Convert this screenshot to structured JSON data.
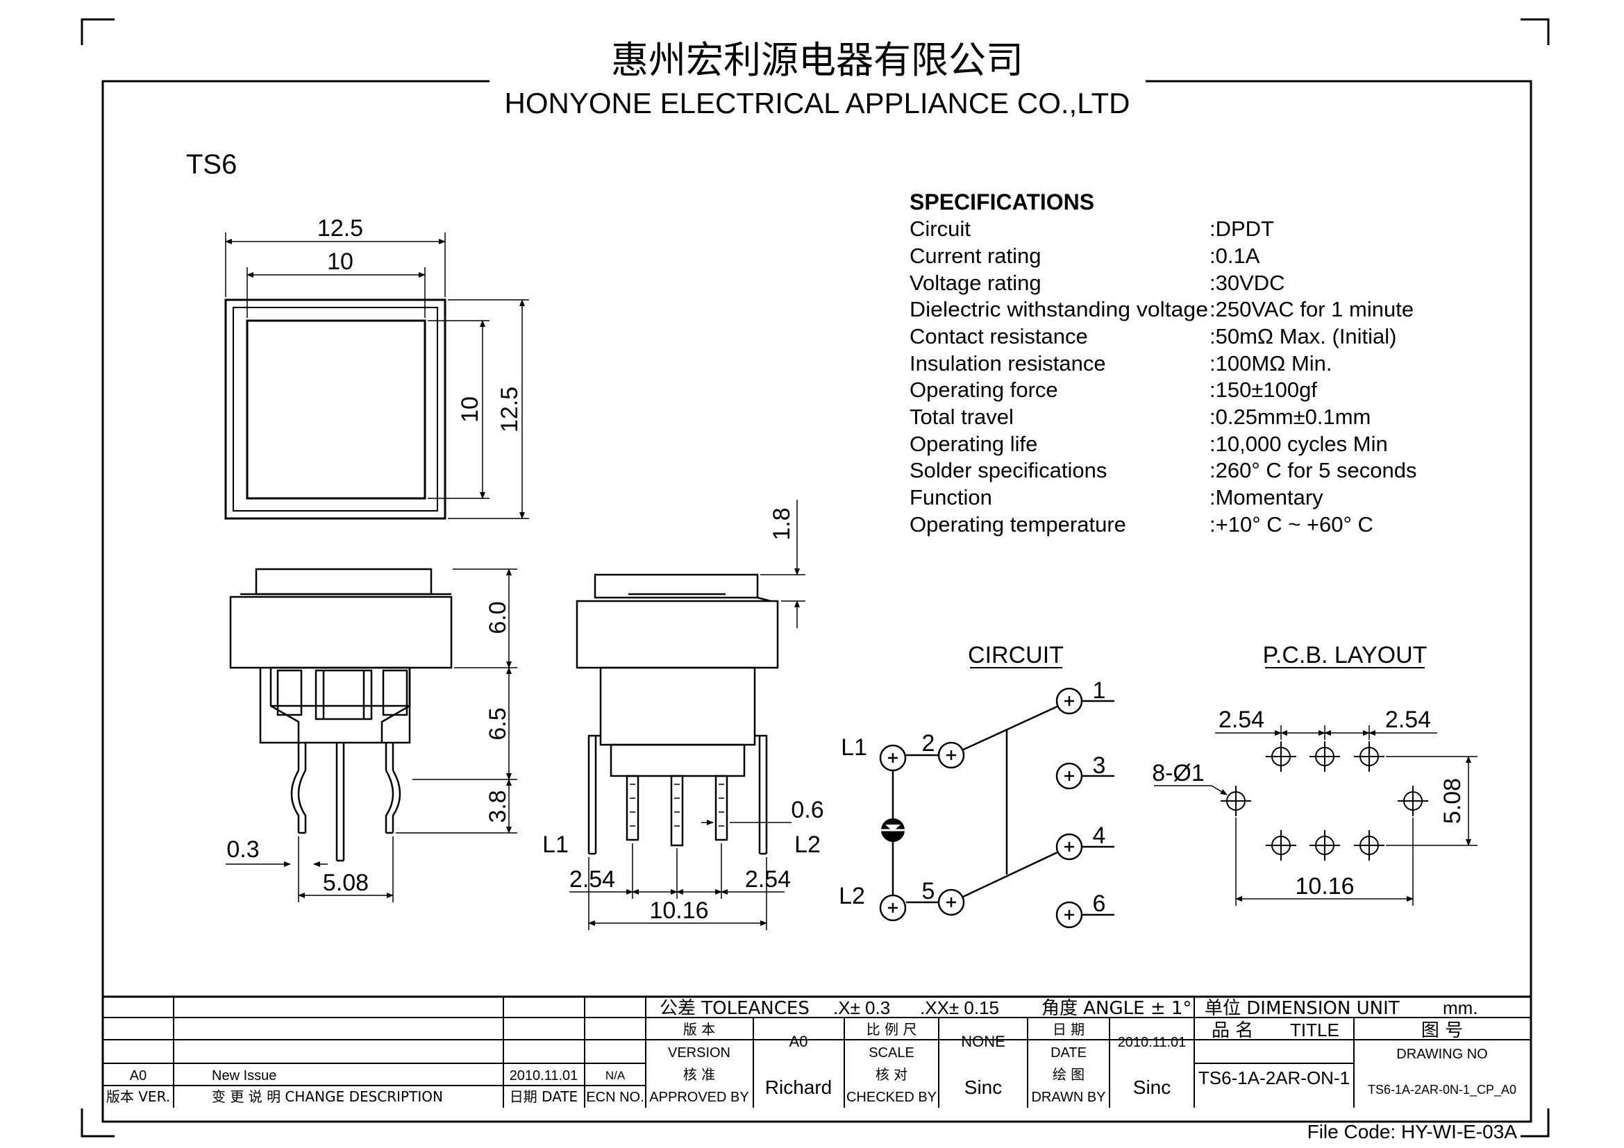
{
  "header": {
    "company_cn": "惠州宏利源电器有限公司",
    "company_en": "HONYONE  ELECTRICAL  APPLIANCE  CO.,LTD"
  },
  "model": "TS6",
  "specifications": {
    "heading": "SPECIFICATIONS",
    "rows": [
      {
        "label": "Circuit",
        "value": ":DPDT"
      },
      {
        "label": "Current rating",
        "value": ":0.1A"
      },
      {
        "label": "Voltage rating",
        "value": ":30VDC"
      },
      {
        "label": "Dielectric withstanding voltage",
        "value": ":250VAC for 1 minute"
      },
      {
        "label": "Contact resistance",
        "value": ":50mΩ   Max. (Initial)"
      },
      {
        "label": "Insulation resistance",
        "value": ":100MΩ   Min."
      },
      {
        "label": "Operating force",
        "value": ":150±100gf"
      },
      {
        "label": "Total travel",
        "value": ":0.25mm±0.1mm"
      },
      {
        "label": "Operating life",
        "value": ":10,000 cycles Min"
      },
      {
        "label": "Solder specifications",
        "value": ":260° C for 5 seconds"
      },
      {
        "label": "Function",
        "value": ":Momentary"
      },
      {
        "label": "Operating temperature",
        "value": ":+10° C ~ +60° C"
      }
    ]
  },
  "top_view": {
    "outer_width": "12.5",
    "inner_width": "10",
    "inner_height": "10",
    "outer_height": "12.5"
  },
  "front_view": {
    "height_body": "6.0",
    "height_base": "6.5",
    "height_pin": "3.8",
    "pin_thickness": "0.3",
    "pin_pitch": "5.08"
  },
  "side_view": {
    "cap_height": "1.8",
    "pin_width": "0.6",
    "label_l1": "L1",
    "label_l2": "L2",
    "pitch_left": "2.54",
    "pitch_right": "2.54",
    "total_width": "10.16"
  },
  "circuit": {
    "title": "CIRCUIT",
    "terminals": [
      "1",
      "2",
      "3",
      "4",
      "5",
      "6"
    ],
    "label_l1": "L1",
    "label_l2": "L2"
  },
  "pcb_layout": {
    "title": "P.C.B. LAYOUT",
    "pitch_left": "2.54",
    "pitch_right": "2.54",
    "hole_spec": "8-Ø1",
    "row_spacing": "5.08",
    "total_width": "10.16"
  },
  "title_block": {
    "tolerances_label": "公差 TOLEANCES",
    "tol_x": ".X± 0.3",
    "tol_xx": ".XX± 0.15",
    "angle": "角度 ANGLE ± 1°",
    "unit_label": "单位   DIMENSION UNIT",
    "unit_value": "mm.",
    "version_cn": "版 本",
    "version_en": "VERSION",
    "version_value": "A0",
    "scale_cn": "比 例 尺",
    "scale_en": "SCALE",
    "scale_value": "NONE",
    "date_cn": "日 期",
    "date_en": "DATE",
    "date_value": "2010.11.01",
    "title_cn": "品  名",
    "title_en": "TITLE",
    "drawing_no_cn": "图  号",
    "drawing_no_en": "DRAWING NO",
    "approved_cn": "核 准",
    "approved_en": "APPROVED BY",
    "approved_value": "Richard",
    "checked_cn": "核 对",
    "checked_en": "CHECKED BY",
    "checked_value": "Sinc",
    "drawn_cn": "绘 图",
    "drawn_en": "DRAWN BY",
    "drawn_value": "Sinc",
    "title_value": "TS6-1A-2AR-ON-1",
    "drawing_no_value": "TS6-1A-2AR-0N-1_CP_A0",
    "rev_ver": "A0",
    "rev_desc": "New Issue",
    "rev_date": "2010.11.01",
    "rev_ecn": "N/A",
    "col_ver": "版本 VER.",
    "col_desc": "变 更 说 明   CHANGE DESCRIPTION",
    "col_date": "日期 DATE",
    "col_ecn": "ECN NO."
  },
  "file_code": "File Code: HY-WI-E-03A"
}
